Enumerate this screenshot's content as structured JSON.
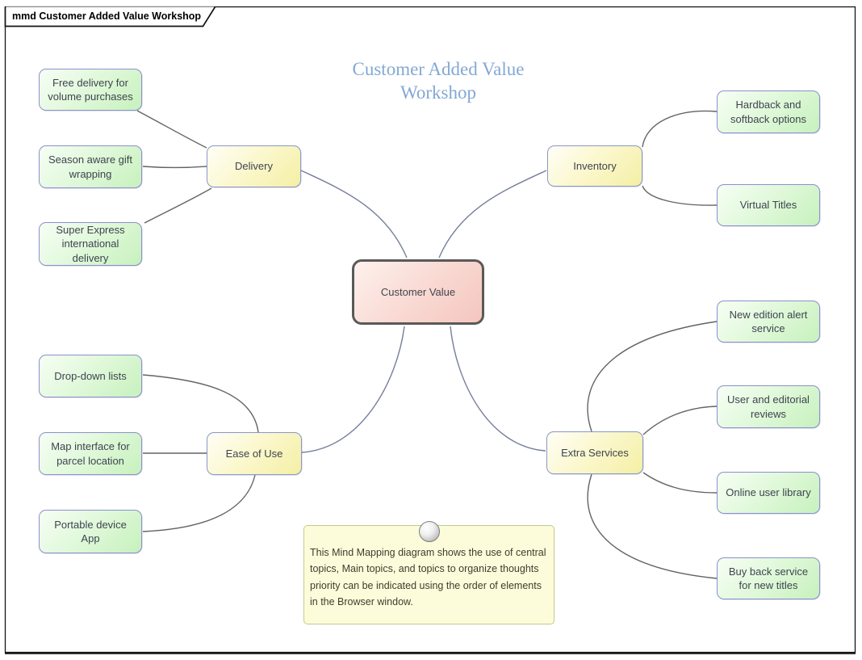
{
  "window": {
    "tab_label": "mmd Customer Added Value Workshop"
  },
  "diagram": {
    "title": "Customer Added Value Workshop"
  },
  "central_topic": {
    "label": "Customer Value"
  },
  "main_topics": [
    {
      "label": "Delivery"
    },
    {
      "label": "Inventory"
    },
    {
      "label": "Ease of Use"
    },
    {
      "label": "Extra Services"
    }
  ],
  "sub_topics": [
    {
      "label": "Free delivery for volume purchases",
      "parent": "Delivery"
    },
    {
      "label": "Season aware gift wrapping",
      "parent": "Delivery"
    },
    {
      "label": "Super Express international delivery",
      "parent": "Delivery"
    },
    {
      "label": "Hardback and softback options",
      "parent": "Inventory"
    },
    {
      "label": "Virtual Titles",
      "parent": "Inventory"
    },
    {
      "label": "Drop-down lists",
      "parent": "Ease of Use"
    },
    {
      "label": "Map interface for parcel location",
      "parent": "Ease of Use"
    },
    {
      "label": "Portable device App",
      "parent": "Ease of Use"
    },
    {
      "label": "New edition alert service",
      "parent": "Extra Services"
    },
    {
      "label": "User and editorial reviews",
      "parent": "Extra Services"
    },
    {
      "label": "Online user library",
      "parent": "Extra Services"
    },
    {
      "label": "Buy back service for new titles",
      "parent": "Extra Services"
    }
  ],
  "note": {
    "text": "This Mind Mapping diagram shows the use of central topics, Main topics, and topics to organize thoughts priority can be indicated using the order of elements in the Browser window.",
    "icon": "glossy-sphere-handle"
  },
  "colors": {
    "title_text": "#83a8d4",
    "central_fill": "#f5c6c0",
    "central_border": "#595959",
    "main_topic_fill": "#f4efa4",
    "sub_topic_fill": "#c7f1bd",
    "topic_border": "#8b90cf",
    "note_fill": "#fdfcda",
    "note_border": "#c2ca8c",
    "connector_sub": "#636363",
    "connector_central": "#767e9c",
    "frame_border": "#141414"
  }
}
